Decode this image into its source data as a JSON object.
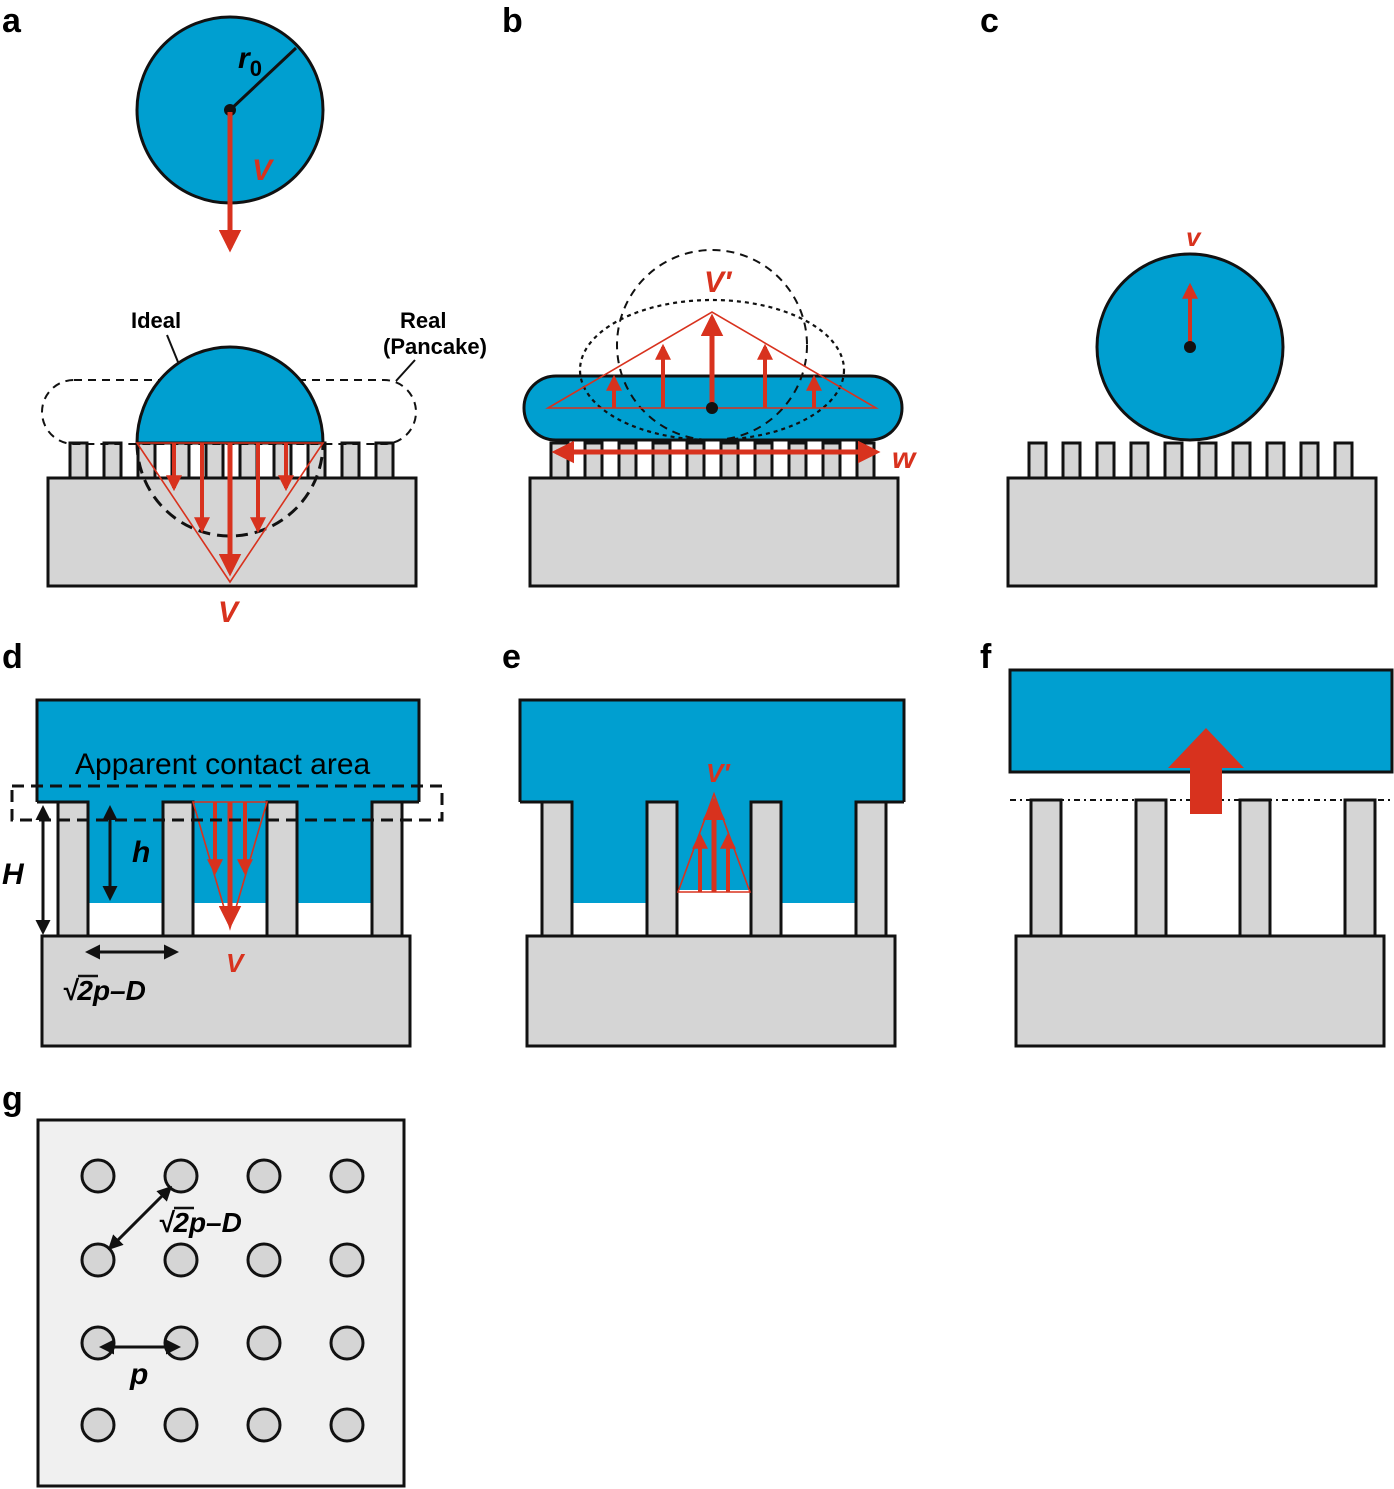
{
  "panels": {
    "a": "a",
    "b": "b",
    "c": "c",
    "d": "d",
    "e": "e",
    "f": "f",
    "g": "g"
  },
  "labels": {
    "r0_main": "r",
    "r0_sub": "0",
    "V": "V",
    "V_bottom": "V",
    "ideal": "Ideal",
    "real_1": "Real",
    "real_2": "(Pancake)",
    "V_prime": "V′",
    "w": "w",
    "v_small": "v",
    "apparent_contact_area": "Apparent contact area",
    "h": "h",
    "H": "H",
    "V_d": "V",
    "sqrt2": "√",
    "two_p_minus_D": "2p–D",
    "V_prime_e": "V′",
    "p": "p"
  },
  "colors": {
    "droplet": "#009fd0",
    "substrate": "#d5d5d5",
    "velocity": "#d8321e",
    "outline": "#111111"
  }
}
